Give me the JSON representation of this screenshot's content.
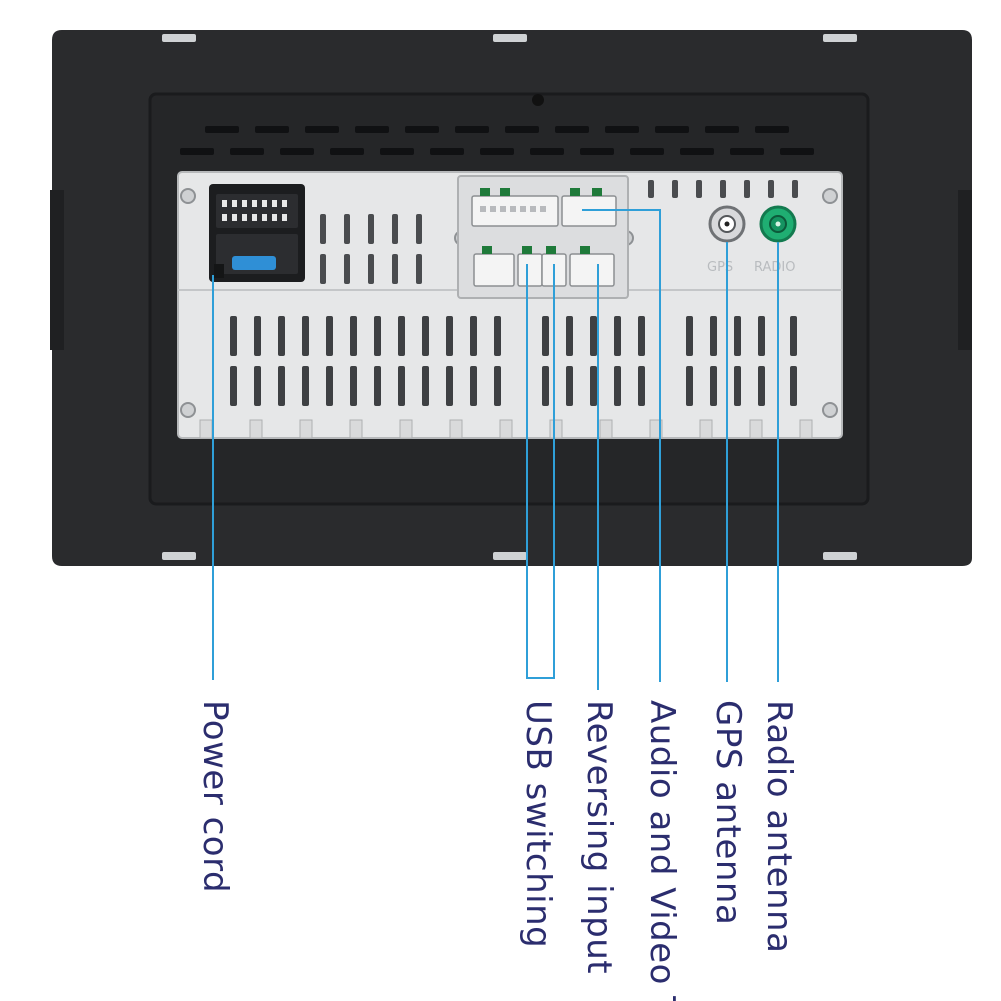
{
  "diagram": {
    "port_labels": {
      "gps": "GPS",
      "radio": "RADIO"
    },
    "callouts": [
      {
        "id": "power-cord",
        "label": "Power cord"
      },
      {
        "id": "usb-switching",
        "label": "USB switching"
      },
      {
        "id": "reversing-input",
        "label": "Reversing input"
      },
      {
        "id": "audio-video",
        "label": "Audio and Video T"
      },
      {
        "id": "gps-antenna",
        "label": "GPS antenna"
      },
      {
        "id": "radio-antenna",
        "label": "Radio antenna"
      }
    ],
    "colors": {
      "callout_line": "#2f9fd8",
      "label_text": "#2b2d6e",
      "frame": "#2a2b2d",
      "chassis": "#e6e7e8"
    }
  }
}
